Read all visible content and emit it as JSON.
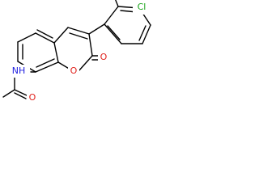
{
  "molecule": {
    "atoms": {
      "cl": {
        "label": "Cl",
        "color": "#17a317"
      },
      "ring_o": {
        "label": "O",
        "color": "#e0201b"
      },
      "carbonyl_o": {
        "label": "O",
        "color": "#e0201b"
      },
      "amide_o": {
        "label": "O",
        "color": "#e0201b"
      },
      "nh": {
        "label": "NH",
        "color": "#2020e0"
      }
    },
    "bond_color": "#000000"
  }
}
